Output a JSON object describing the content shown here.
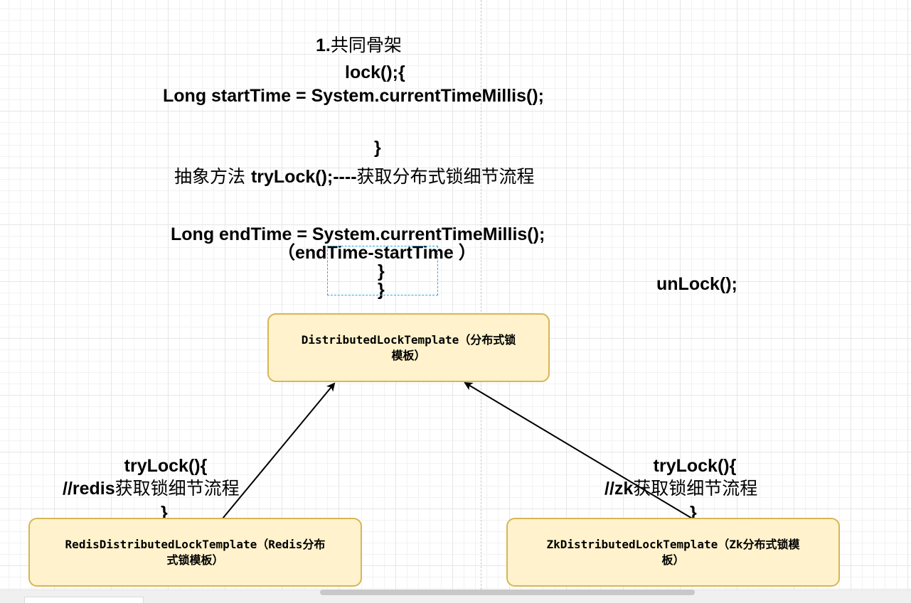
{
  "template_notes": {
    "heading_num": "1.",
    "heading_cn": "共同骨架",
    "lock_open": "lock();{",
    "start_time": "Long startTime = System.currentTimeMillis();",
    "brace1": "}",
    "abstract_cn": "抽象方法 ",
    "abstract_code": "tryLock();----",
    "abstract_cn2": "获取分布式锁细节流程",
    "end_time": "Long endTime = System.currentTimeMillis();",
    "elapsed": "（endTime-startTime ）",
    "brace2": "}",
    "brace3": "}"
  },
  "unlock_label": "unLock();",
  "nodes": {
    "template": {
      "line1": "DistributedLockTemplate（分布式锁",
      "line2": "模板）"
    },
    "redis": {
      "line1": "RedisDistributedLockTemplate（Redis分布",
      "line2": "式锁模板）"
    },
    "zk": {
      "line1": "ZkDistributedLockTemplate（Zk分布式锁模",
      "line2": "板）"
    }
  },
  "redis_note": {
    "open": "tryLock(){",
    "comment_code": "//redis",
    "comment_cn": "获取锁细节流程",
    "close": "}"
  },
  "zk_note": {
    "open": "tryLock(){",
    "comment_code": "//zk",
    "comment_cn": "获取锁细节流程",
    "close": "}"
  },
  "colors": {
    "node_fill": "#fff2cc",
    "node_stroke": "#d6b656",
    "edge": "#000000",
    "selection": "#29a7e0"
  }
}
